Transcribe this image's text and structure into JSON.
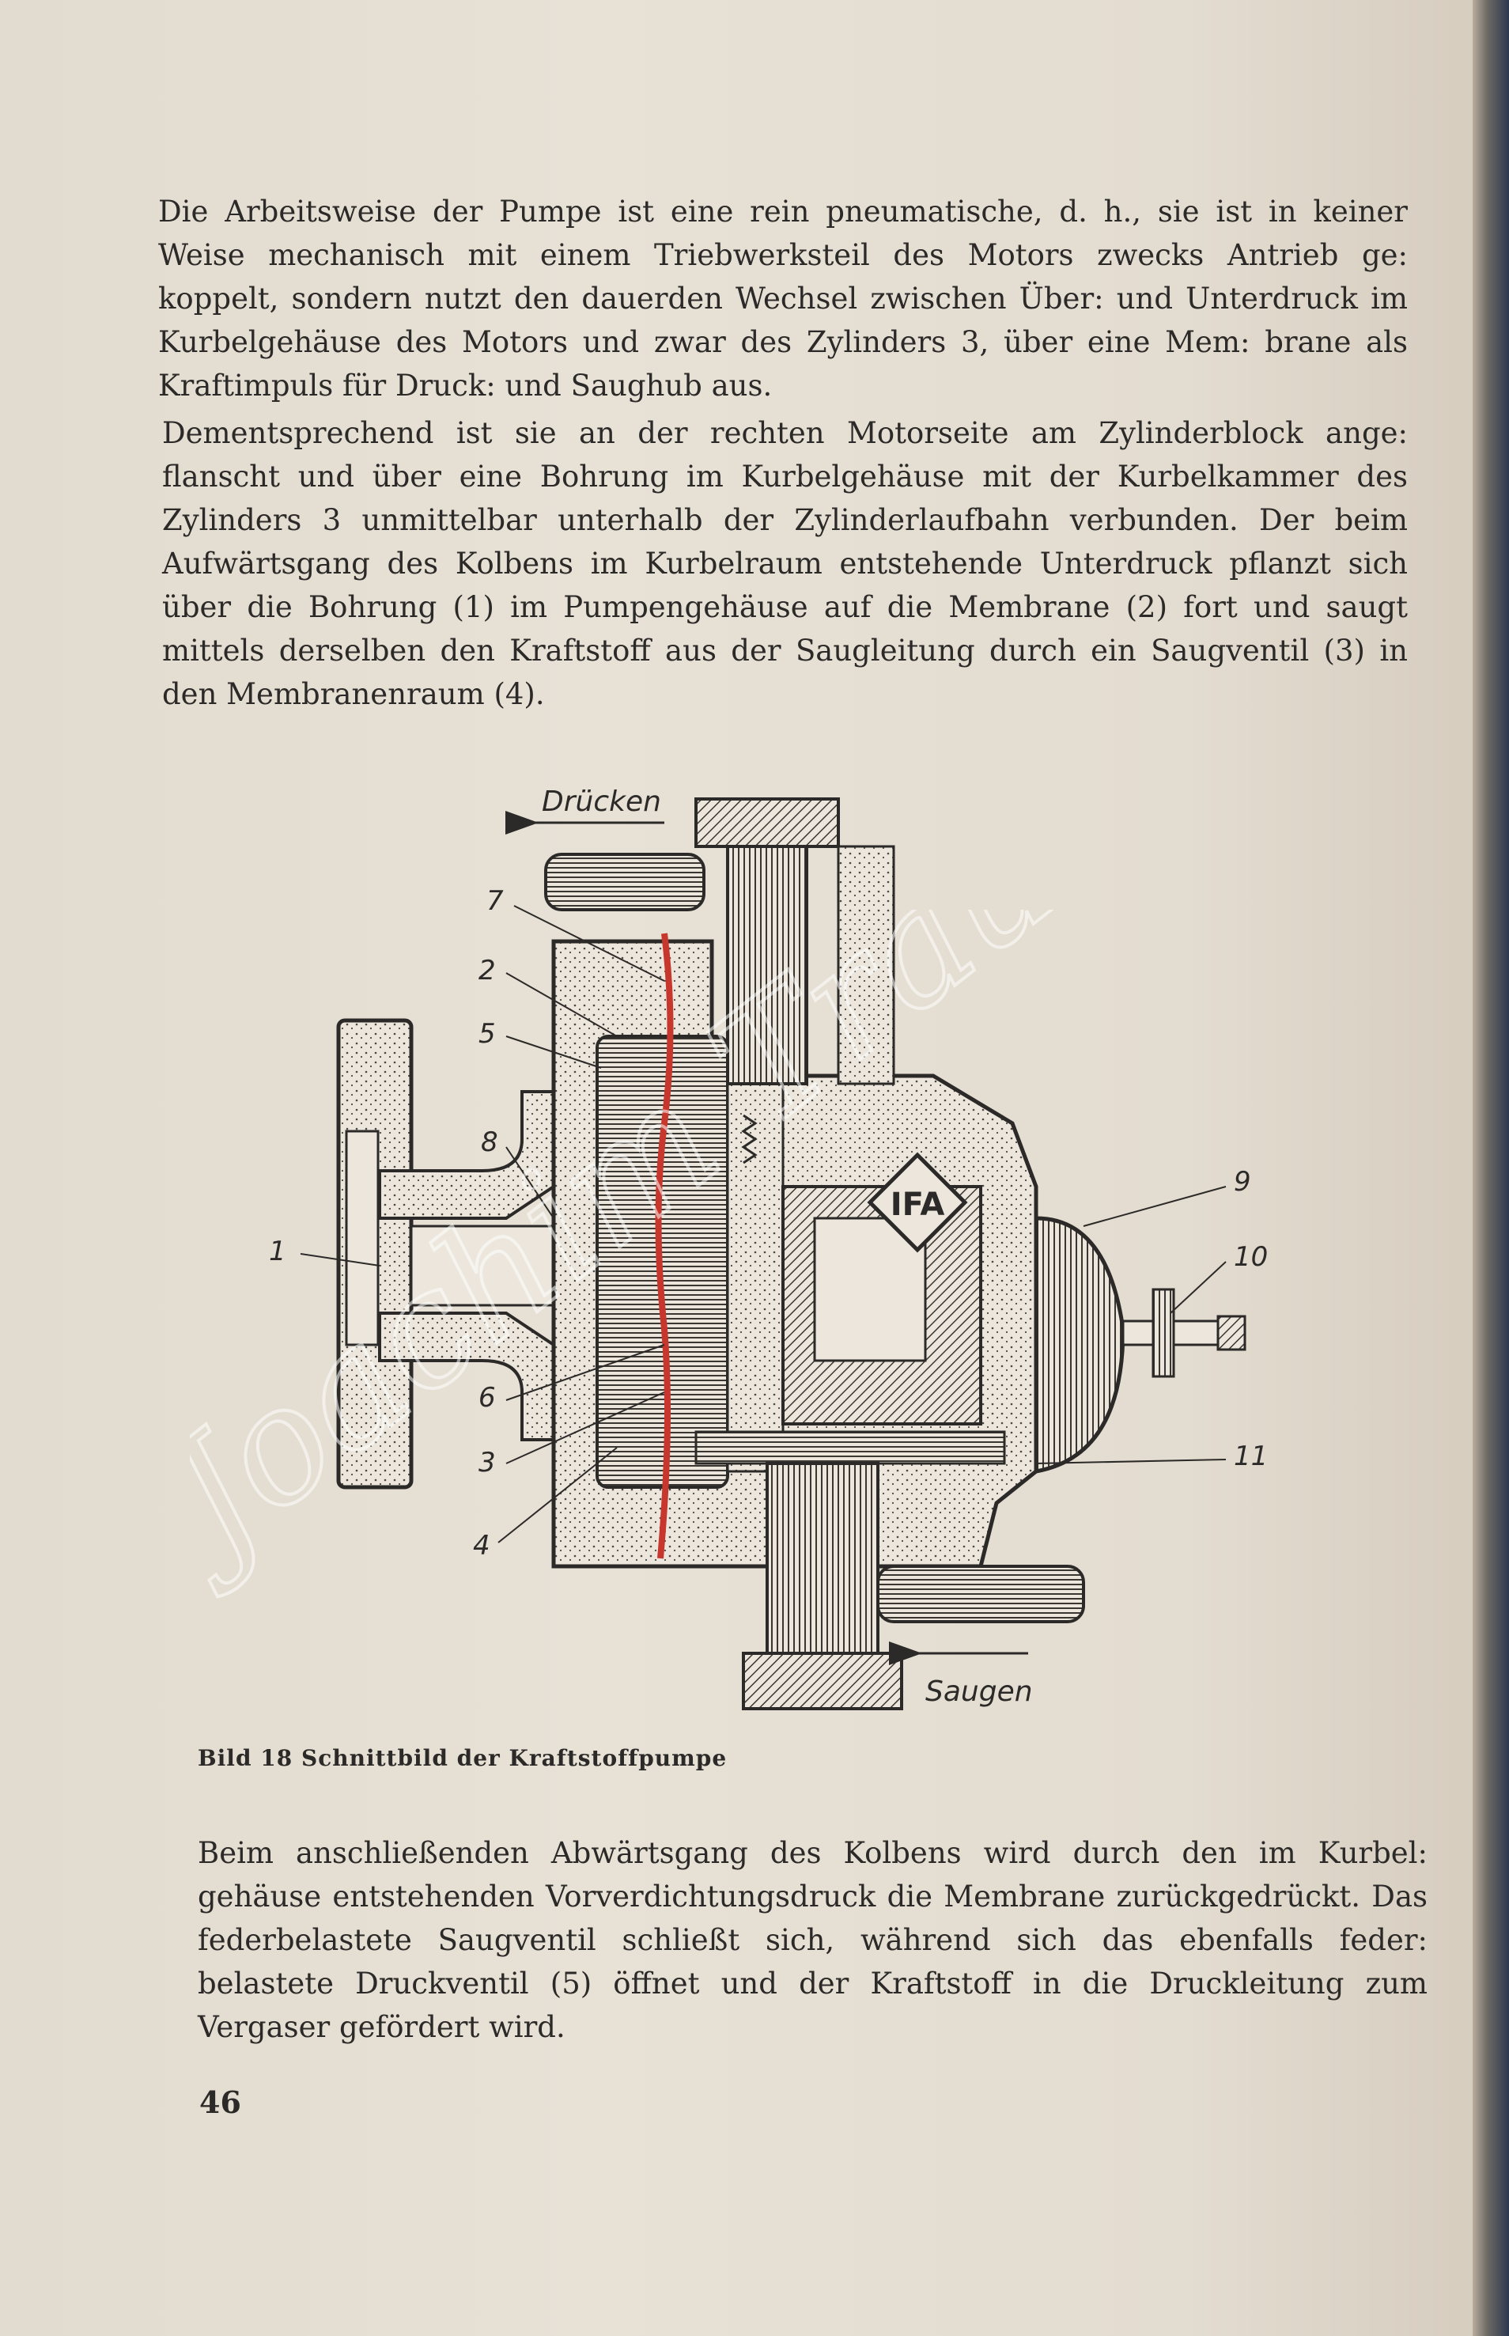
{
  "paragraphs": [
    "Die Arbeitsweise der Pumpe ist eine rein pneumatische, d. h., sie ist in keiner Weise mechanisch mit einem Triebwerksteil des Motors zwecks Antrieb ge: koppelt, sondern nutzt den dauerden Wechsel zwischen Über: und Unterdruck im Kurbelgehäuse des Motors und zwar des Zylinders 3, über eine Mem: brane als Kraftimpuls für Druck: und Saughub aus.",
    "Dementsprechend ist sie an der rechten Motorseite am Zylinderblock ange: flanscht und über eine Bohrung im Kurbelgehäuse mit der Kurbelkammer des Zylinders 3 unmittelbar unterhalb der Zylinderlaufbahn verbunden. Der beim Aufwärtsgang des Kolbens im Kurbelraum entstehende Unterdruck pflanzt sich über die Bohrung (1) im Pumpengehäuse auf die Membrane (2) fort und saugt mittels derselben den Kraftstoff aus der Saugleitung durch ein Saugventil (3) in den Membranenraum (4).",
    "Beim anschließenden Abwärtsgang des Kolbens wird durch den im Kurbel: gehäuse entstehenden Vorverdichtungsdruck die Membrane zurückgedrückt. Das federbelastete Saugventil schließt sich, während sich das ebenfalls feder: belastete Druckventil (5) öffnet und der Kraftstoff in die Druckleitung zum Vergaser gefördert wird."
  ],
  "figure": {
    "caption": "Bild 18 Schnittbild der Kraftstoffpumpe",
    "label_druecken": "Drücken",
    "label_saugen": "Saugen",
    "logo_text": "IFA",
    "callouts": [
      "7",
      "2",
      "5",
      "8",
      "1",
      "6",
      "3",
      "4",
      "9",
      "10",
      "11"
    ]
  },
  "watermark": "Joachim Trautsche",
  "page_number": "46",
  "colors": {
    "paper": "#e4ddd1",
    "ink": "#2c2a28",
    "membrane": "#c8372d"
  }
}
